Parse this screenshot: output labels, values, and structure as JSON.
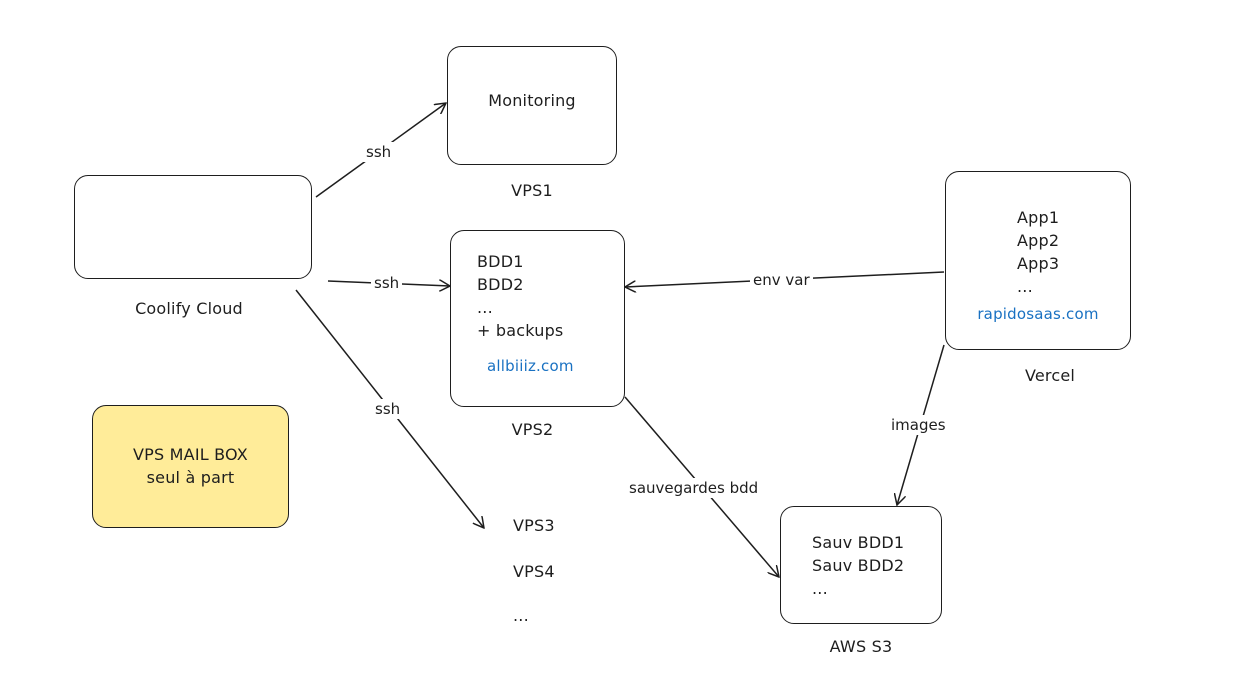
{
  "nodes": {
    "monitoring": {
      "text": "Monitoring",
      "caption": "VPS1"
    },
    "coolify": {
      "caption": "Coolify Cloud"
    },
    "vps2": {
      "lines": [
        "BDD1",
        "BDD2",
        "...",
        "+ backups"
      ],
      "link": "allbiiiz.com",
      "caption": "VPS2"
    },
    "vercel": {
      "lines": [
        "App1",
        "App2",
        "App3",
        "..."
      ],
      "link": "rapidosaas.com",
      "caption": "Vercel"
    },
    "mailbox": {
      "lines": [
        "VPS MAIL BOX",
        "seul à part"
      ]
    },
    "aws": {
      "lines": [
        "Sauv BDD1",
        "Sauv BDD2",
        "..."
      ],
      "caption": "AWS S3"
    },
    "others": {
      "lines": [
        "VPS3",
        "VPS4",
        "..."
      ]
    }
  },
  "edges": {
    "coolify_vps1": "ssh",
    "coolify_vps2": "ssh",
    "coolify_others": "ssh",
    "vercel_vps2": "env var",
    "vercel_aws": "images",
    "vps2_aws": "sauvegardes bdd"
  },
  "colors": {
    "stroke": "#1e1e1e",
    "link": "#1971c2",
    "mailbox_fill": "#ffec99"
  }
}
